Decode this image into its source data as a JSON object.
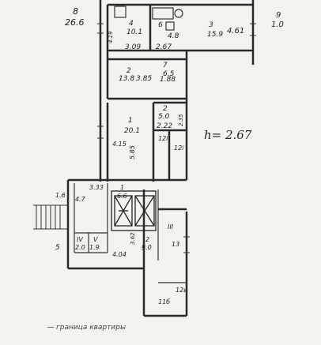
{
  "height_label": "h= 2.67",
  "legend_text": "граница квартиры",
  "rooms": {
    "r8": {
      "num": "8",
      "area": "26.6"
    },
    "r9": {
      "num": "9",
      "area": "1.0"
    },
    "r4": {
      "num": "4",
      "area": "10.1"
    },
    "r4_w": "3.09",
    "r4_side": "4.19",
    "r6": {
      "num": "6",
      "area": "4.8"
    },
    "r6_w": "2.67",
    "r3": {
      "num": "3",
      "area": "15.9"
    },
    "r3_side": "4.61",
    "r_center": {
      "num": "2",
      "area": "13.8"
    },
    "r_center_w": "3.85",
    "r7": {
      "num": "7",
      "area": "6.5"
    },
    "r7_w": "1.88",
    "r1": {
      "num": "1",
      "area": "20.1"
    },
    "r1_side": "4.15",
    "r1_h": "5.85",
    "r2": {
      "num": "2",
      "area": "5.0"
    },
    "r2_w": "2.22",
    "r2_side": "2.35",
    "i12": "12i",
    "i12b": "12i",
    "s1": {
      "num": "1",
      "area": "6.6"
    },
    "s1_w": "3.33",
    "s2": {
      "num": "2",
      "area": "9.0"
    },
    "s2_side": "3.62",
    "s2_l": "4.04",
    "s4": {
      "num": "IV",
      "area": "2.0"
    },
    "s5": {
      "num": "V",
      "area": "1.9"
    },
    "s_left": "5",
    "s_left2": "4.7",
    "s_left3": "1.6",
    "iii": "III",
    "r13": "13",
    "r11": "11б",
    "r12": "12и"
  }
}
